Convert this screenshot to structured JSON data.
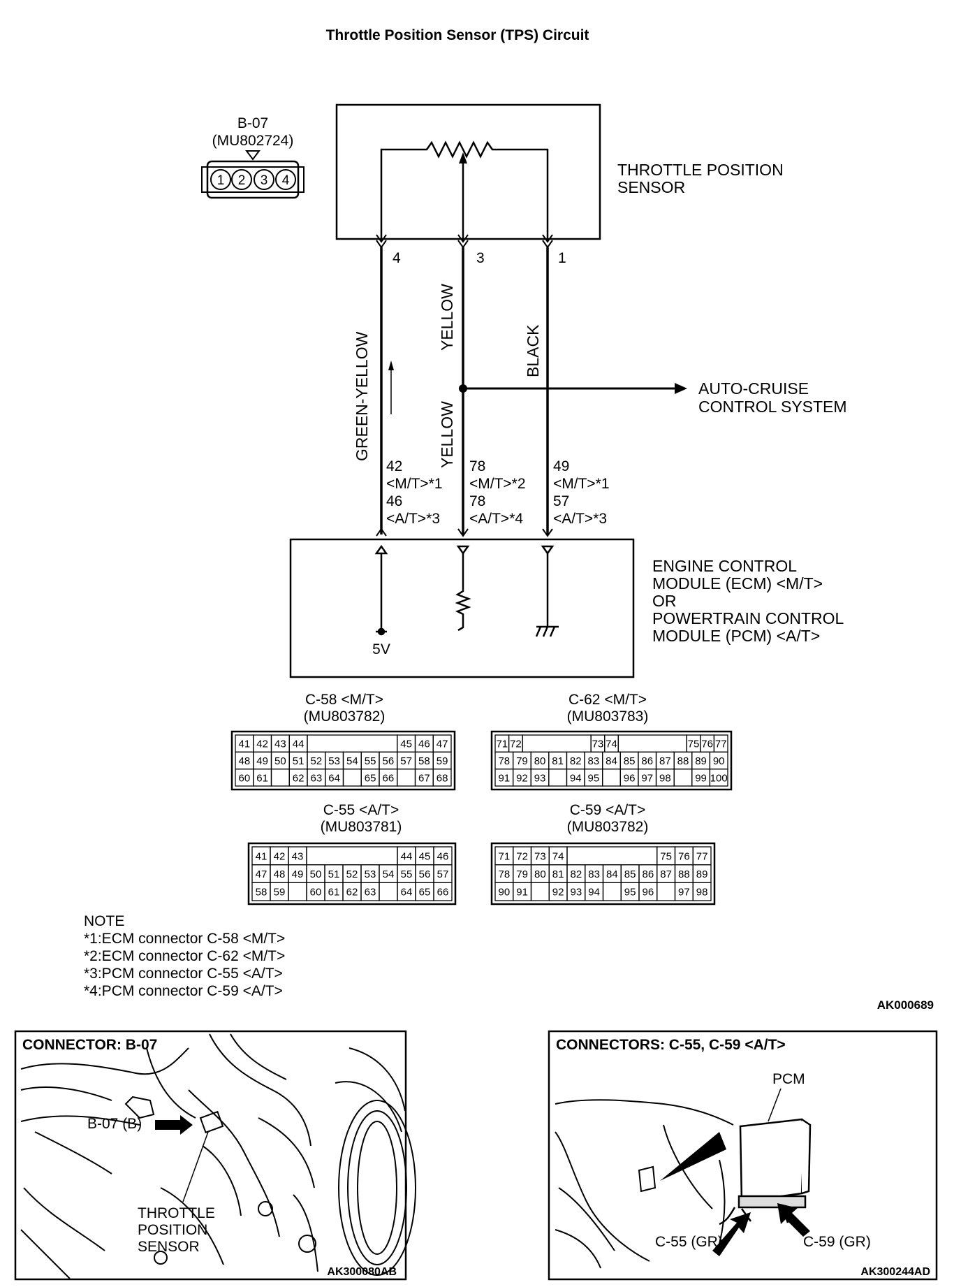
{
  "title": "Throttle Position Sensor (TPS) Circuit",
  "sensor_connector": {
    "name": "B-07",
    "part": "(MU802724)",
    "pins": [
      "1",
      "2",
      "3",
      "4"
    ]
  },
  "tps": {
    "line1": "THROTTLE POSITION",
    "line2": "SENSOR"
  },
  "wires": [
    {
      "pin": "4",
      "color": "GREEN-YELLOW",
      "ecm_pins": [
        "42",
        "<M/T>*1",
        "46",
        "<A/T>*3"
      ]
    },
    {
      "pin": "3",
      "color_upper": "YELLOW",
      "color_lower": "YELLOW",
      "ecm_pins": [
        "78",
        "<M/T>*2",
        "78",
        "<A/T>*4"
      ]
    },
    {
      "pin": "1",
      "color": "BLACK",
      "ecm_pins": [
        "49",
        "<M/T>*1",
        "57",
        "<A/T>*3"
      ]
    }
  ],
  "auto_cruise": {
    "line1": "AUTO-CRUISE",
    "line2": "CONTROL SYSTEM"
  },
  "ecm": {
    "supply": "5V",
    "lines": [
      "ENGINE CONTROL",
      "MODULE (ECM) <M/T>",
      "OR",
      "POWERTRAIN CONTROL",
      "MODULE (PCM) <A/T>"
    ]
  },
  "connectors": [
    {
      "name": "C-58 <M/T>",
      "part": "(MU803782)",
      "rows": [
        [
          "41",
          "42",
          "43",
          "44",
          "",
          "45",
          "46",
          "47"
        ],
        [
          "48",
          "49",
          "50",
          "51",
          "52",
          "53",
          "54",
          "55",
          "56",
          "57",
          "58",
          "59"
        ],
        [
          "60",
          "61",
          "",
          "62",
          "63",
          "64",
          "",
          "65",
          "66",
          "",
          "67",
          "68"
        ]
      ]
    },
    {
      "name": "C-62 <M/T>",
      "part": "(MU803783)",
      "rows": [
        [
          "71",
          "72",
          "",
          "73",
          "74",
          "",
          "75",
          "76",
          "77"
        ],
        [
          "78",
          "79",
          "80",
          "81",
          "82",
          "83",
          "84",
          "85",
          "86",
          "87",
          "88",
          "89",
          "90"
        ],
        [
          "91",
          "92",
          "93",
          "",
          "94",
          "95",
          "",
          "96",
          "97",
          "98",
          "",
          "99",
          "100"
        ]
      ]
    },
    {
      "name": "C-55 <A/T>",
      "part": "(MU803781)",
      "rows": [
        [
          "41",
          "42",
          "43",
          "",
          "44",
          "45",
          "46"
        ],
        [
          "47",
          "48",
          "49",
          "50",
          "51",
          "52",
          "53",
          "54",
          "55",
          "56",
          "57"
        ],
        [
          "58",
          "59",
          "",
          "60",
          "61",
          "62",
          "63",
          "",
          "64",
          "65",
          "66"
        ]
      ]
    },
    {
      "name": "C-59 <A/T>",
      "part": "(MU803782)",
      "rows": [
        [
          "71",
          "72",
          "73",
          "74",
          "",
          "75",
          "76",
          "77"
        ],
        [
          "78",
          "79",
          "80",
          "81",
          "82",
          "83",
          "84",
          "85",
          "86",
          "87",
          "88",
          "89"
        ],
        [
          "90",
          "91",
          "",
          "92",
          "93",
          "94",
          "",
          "95",
          "96",
          "",
          "97",
          "98"
        ]
      ]
    }
  ],
  "note": {
    "heading": "NOTE",
    "items": [
      "*1:ECM connector C-58 <M/T>",
      "*2:ECM connector C-62 <M/T>",
      "*3:PCM connector C-55 <A/T>",
      "*4:PCM connector C-59 <A/T>"
    ]
  },
  "diagram_code": "AK000689",
  "panel_left": {
    "title": "CONNECTOR: B-07",
    "label_connector": "B-07 (B)",
    "label_sensor": [
      "THROTTLE",
      "POSITION",
      "SENSOR"
    ],
    "code": "AK300080AB"
  },
  "panel_right": {
    "title": "CONNECTORS: C-55, C-59 <A/T>",
    "label_pcm": "PCM",
    "label_c55": "C-55 (GR)",
    "label_c59": "C-59 (GR)",
    "code": "AK300244AD"
  }
}
